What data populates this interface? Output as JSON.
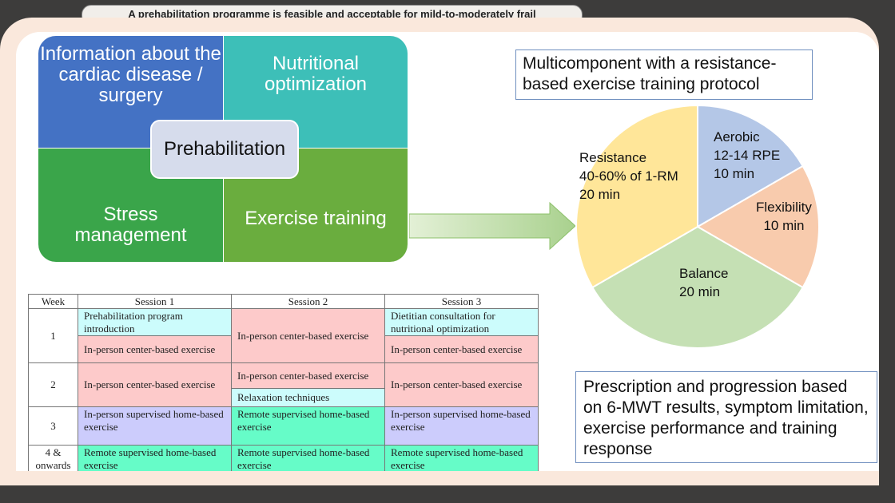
{
  "header": {
    "title": "A prehabilitation programme is feasible and acceptable for mild-to-moderately frail"
  },
  "quadrants": {
    "top_left": "Information about the cardiac disease / surgery",
    "top_right": "Nutritional optimization",
    "bottom_left": "Stress management",
    "bottom_right": "Exercise training",
    "center": "Prehabilitation"
  },
  "colors": {
    "info": "#4472c4",
    "nutrition": "#3dbfb8",
    "stress": "#3aa54a",
    "exercise": "#6aad3e"
  },
  "protocol_box": "Multicomponent  with a resistance-based exercise training protocol",
  "progression_box": "Prescription and progression based on 6-MWT results, symptom limitation, exercise performance and training response",
  "chart_data": {
    "type": "pie",
    "slices": [
      {
        "name": "Aerobic",
        "label": [
          "Aerobic",
          "12-14 RPE",
          "10 min"
        ],
        "value": 10,
        "color": "#b4c7e7"
      },
      {
        "name": "Flexibility",
        "label": [
          "Flexibility",
          "10 min"
        ],
        "value": 10,
        "color": "#f8cbad"
      },
      {
        "name": "Balance",
        "label": [
          "Balance",
          "20 min"
        ],
        "value": 20,
        "color": "#c5e0b4"
      },
      {
        "name": "Resistance",
        "label": [
          "Resistance",
          "40-60% of 1-RM",
          "20 min"
        ],
        "value": 20,
        "color": "#ffe699"
      }
    ]
  },
  "table": {
    "headers": [
      "Week",
      "Session 1",
      "Session 2",
      "Session 3"
    ],
    "weeks": [
      "1",
      "2",
      "3",
      "4 & onwards"
    ],
    "cells": {
      "w1s1a": "Prehabilitation program introduction",
      "w1s1b": "In-person center-based exercise",
      "w1s2": "In-person center-based exercise",
      "w1s3a": "Dietitian consultation for nutritional optimization",
      "w1s3b": "In-person center-based exercise",
      "w2s1": "In-person center-based exercise",
      "w2s2a": "In-person center-based exercise",
      "w2s2b": "Relaxation techniques",
      "w2s3": "In-person center-based exercise",
      "w3s1": "In-person supervised home-based exercise",
      "w3s2": "Remote supervised home-based exercise",
      "w3s3": "In-person supervised home-based exercise",
      "w4s1": "Remote supervised home-based exercise",
      "w4s2": "Remote supervised home-based exercise",
      "w4s3": "Remote supervised home-based exercise"
    }
  }
}
